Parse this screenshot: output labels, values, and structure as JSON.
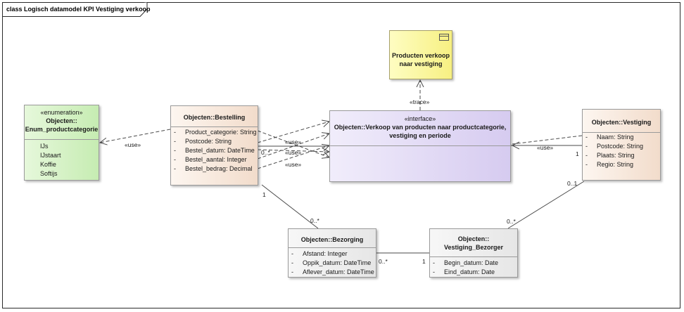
{
  "diagram": {
    "title": "class Logisch datamodel KPI Vestiging verkoop"
  },
  "colors": {
    "enumeration_fill": "#d7f3c8",
    "class_fill": "#fbf0e8",
    "interface_fill": "#e5def5",
    "requirement_fill": "#fdfaa9",
    "line": "#4a4a4a"
  },
  "elements": {
    "enum_productcategorie": {
      "stereotype": "«enumeration»",
      "name_line1": "Objecten::",
      "name_line2": "Enum_productcategorie",
      "literals": [
        "IJs",
        "IJstaart",
        "Koffie",
        "Softijs"
      ]
    },
    "bestelling": {
      "name": "Objecten::Bestelling",
      "attributes": [
        {
          "vis": "-",
          "text": "Product_categorie: String"
        },
        {
          "vis": "-",
          "text": "Postcode: String"
        },
        {
          "vis": "-",
          "text": "Bestel_datum: DateTime"
        },
        {
          "vis": "-",
          "text": "Bestel_aantal: Integer"
        },
        {
          "vis": "-",
          "text": "Bestel_bedrag: Decimal"
        }
      ]
    },
    "interface_verkoop": {
      "stereotype": "«interface»",
      "name_line1": "Objecten::Verkoop van producten naar productcategorie,",
      "name_line2": "vestiging en periode"
    },
    "requirement_producten": {
      "name_line1": "Producten verkoop",
      "name_line2": "naar vestiging"
    },
    "vestiging": {
      "name": "Objecten::Vestiging",
      "attributes": [
        {
          "vis": "-",
          "text": "Naam: String"
        },
        {
          "vis": "-",
          "text": "Postcode: String"
        },
        {
          "vis": "-",
          "text": "Plaats: String"
        },
        {
          "vis": "-",
          "text": "Regio: String"
        }
      ]
    },
    "bezorging": {
      "name": "Objecten::Bezorging",
      "attributes": [
        {
          "vis": "-",
          "text": "Afstand: Integer"
        },
        {
          "vis": "-",
          "text": "Oppik_datum: DateTime"
        },
        {
          "vis": "-",
          "text": "Aflever_datum: DateTime"
        }
      ]
    },
    "vestiging_bezorger": {
      "name_line1": "Objecten::",
      "name_line2": "Vestiging_Bezorger",
      "attributes": [
        {
          "vis": "-",
          "text": "Begin_datum: Date"
        },
        {
          "vis": "-",
          "text": "Eind_datum: Date"
        }
      ]
    }
  },
  "connectors": {
    "use_label": "«use»",
    "trace_label": "«trace»",
    "mult_bestelling_interface": "0..*",
    "mult_interface_vestiging": "1",
    "mult_bestelling_bezorging_src": "1",
    "mult_bestelling_bezorging_dst": "0..*",
    "mult_bezorging_vb_src": "0..*",
    "mult_bezorging_vb_dst": "1",
    "mult_vestiging_vb_src": "0..1",
    "mult_vestiging_vb_dst": "0..*"
  }
}
